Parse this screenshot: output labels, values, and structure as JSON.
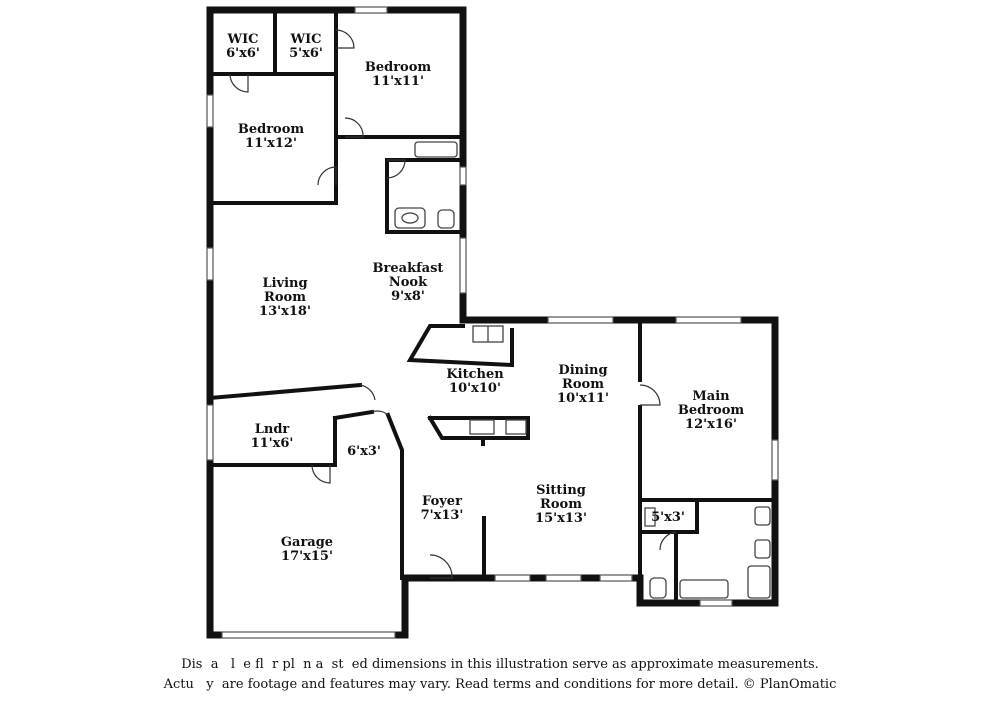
{
  "rooms": [
    {
      "id": "wic1",
      "name": "WIC",
      "size": "6'x6'"
    },
    {
      "id": "wic2",
      "name": "WIC",
      "size": "5'x6'"
    },
    {
      "id": "bedroom_top",
      "name": "Bedroom",
      "size": "11'x11'"
    },
    {
      "id": "bedroom_left",
      "name": "Bedroom",
      "size": "11'x12'"
    },
    {
      "id": "breakfast",
      "name": "Breakfast Nook",
      "size": "9'x8'"
    },
    {
      "id": "living",
      "name": "Living Room",
      "size": "13'x18'"
    },
    {
      "id": "kitchen",
      "name": "Kitchen",
      "size": "10'x10'"
    },
    {
      "id": "dining",
      "name": "Dining Room",
      "size": "10'x11'"
    },
    {
      "id": "main_bedroom",
      "name": "Main Bedroom",
      "size": "12'x16'"
    },
    {
      "id": "lndr",
      "name": "Lndr",
      "size": "11'x6'"
    },
    {
      "id": "closet_6x3",
      "name": "",
      "size": "6'x3'"
    },
    {
      "id": "foyer",
      "name": "Foyer",
      "size": "7'x13'"
    },
    {
      "id": "sitting",
      "name": "Sitting Room",
      "size": "15'x13'"
    },
    {
      "id": "closet_5x3",
      "name": "",
      "size": "5'x3'"
    },
    {
      "id": "garage",
      "name": "Garage",
      "size": "17'x15'"
    }
  ],
  "disclaimer": {
    "line1": "Dis  a   l  e fl  r pl  n a  st  ed dimensions in this illustration serve as approximate measurements.",
    "line2": "Actu   y  are footage and features may vary. Read terms and conditions for more detail. © PlanOmatic"
  }
}
